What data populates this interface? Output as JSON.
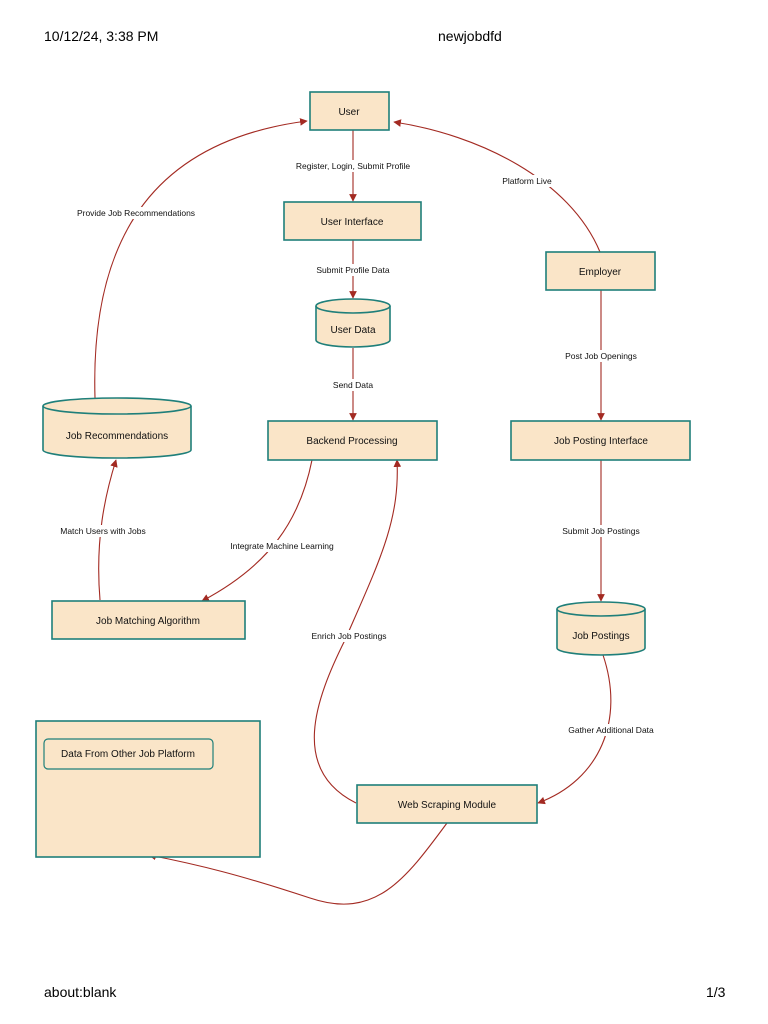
{
  "header": {
    "datetime": "10/12/24, 3:38 PM",
    "title": "newjobdfd"
  },
  "footer": {
    "url": "about:blank",
    "page": "1/3"
  },
  "colors": {
    "node_fill": "#fae5c8",
    "node_stroke": "#1f7f7a",
    "edge": "#a32a22"
  },
  "nodes": {
    "user": "User",
    "user_interface": "User Interface",
    "user_data": "User Data",
    "employer": "Employer",
    "job_recommendations": "Job Recommendations",
    "backend_processing": "Backend Processing",
    "job_posting_interface": "Job Posting Interface",
    "job_matching_algorithm": "Job Matching Algorithm",
    "job_postings": "Job Postings",
    "data_from_other_job_platform": "Data From Other Job Platform",
    "web_scraping_module": "Web Scraping Module"
  },
  "edges": {
    "register_login": "Register, Login, Submit Profile",
    "platform_live": "Platform Live",
    "provide_recommendations": "Provide Job Recommendations",
    "submit_profile_data": "Submit Profile Data",
    "post_job_openings": "Post Job Openings",
    "send_data": "Send Data",
    "match_users": "Match Users with Jobs",
    "integrate_ml": "Integrate Machine Learning",
    "submit_job_postings": "Submit Job Postings",
    "enrich_job_postings": "Enrich Job Postings",
    "gather_additional_data": "Gather Additional Data"
  }
}
